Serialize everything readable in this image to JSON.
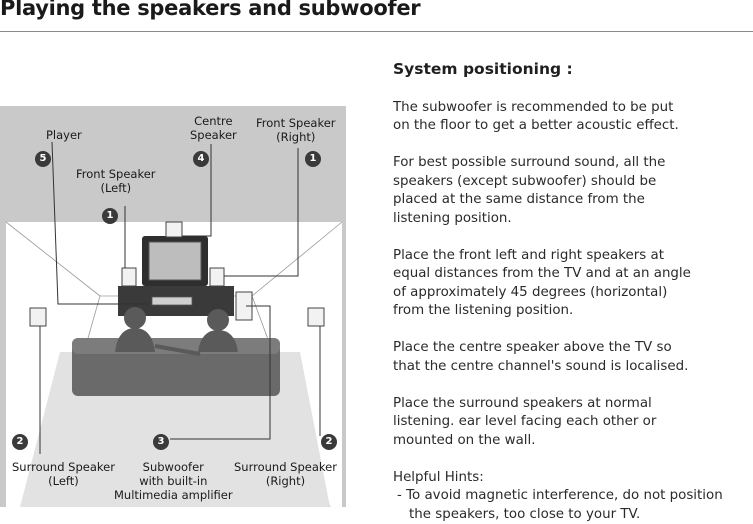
{
  "page": {
    "title": "Playing the speakers and subwoofer"
  },
  "diagram": {
    "labels": {
      "player": "Player",
      "centre": "Centre\nSpeaker",
      "front_right": "Front Speaker\n(Right)",
      "front_left": "Front Speaker\n(Left)",
      "surround_left": "Surround Speaker\n(Left)",
      "subwoofer": "Subwoofer\nwith built-in\nMultimedia amplifier",
      "surround_right": "Surround Speaker\n(Right)"
    },
    "badges": {
      "player": "5",
      "centre": "4",
      "front_right": "1",
      "front_left": "1",
      "surround_left": "2",
      "subwoofer": "3",
      "surround_right": "2"
    },
    "colors": {
      "panel": "#c9c9c9",
      "room": "#ffffff",
      "badge": "#3a3a3a"
    }
  },
  "content": {
    "heading": "System positioning :",
    "paragraphs": [
      "The subwoofer is recommended to be put\non the floor to get a better acoustic effect.",
      "For best possible surround sound, all the\nspeakers (except subwoofer) should be\nplaced at the same distance from the\nlistening position.",
      "Place the front left and right speakers at\nequal distances from the TV and at an angle\nof approximately 45 degrees (horizontal)\nfrom the listening position.",
      "Place the centre speaker above the TV so\nthat the centre channel's sound is localised.",
      "Place the surround speakers at normal\nlistening. ear level facing each other or\nmounted on the wall."
    ],
    "hints_title": "Helpful Hints:",
    "hints": [
      "- To avoid magnetic interference, do not position\nthe speakers, too close to your TV."
    ]
  }
}
